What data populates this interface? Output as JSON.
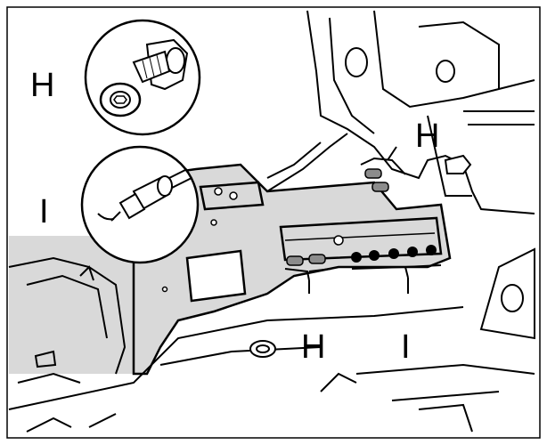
{
  "labels": {
    "callout_top": "H",
    "callout_mid": "I",
    "upper_right": "H",
    "bottom_left": "H",
    "bottom_right": "I"
  },
  "colors": {
    "line": "#000000",
    "shade": "#d9d9d9",
    "part_fill": "#ffffff",
    "marker_gray": "#8c8c8c",
    "marker_black": "#000000"
  }
}
